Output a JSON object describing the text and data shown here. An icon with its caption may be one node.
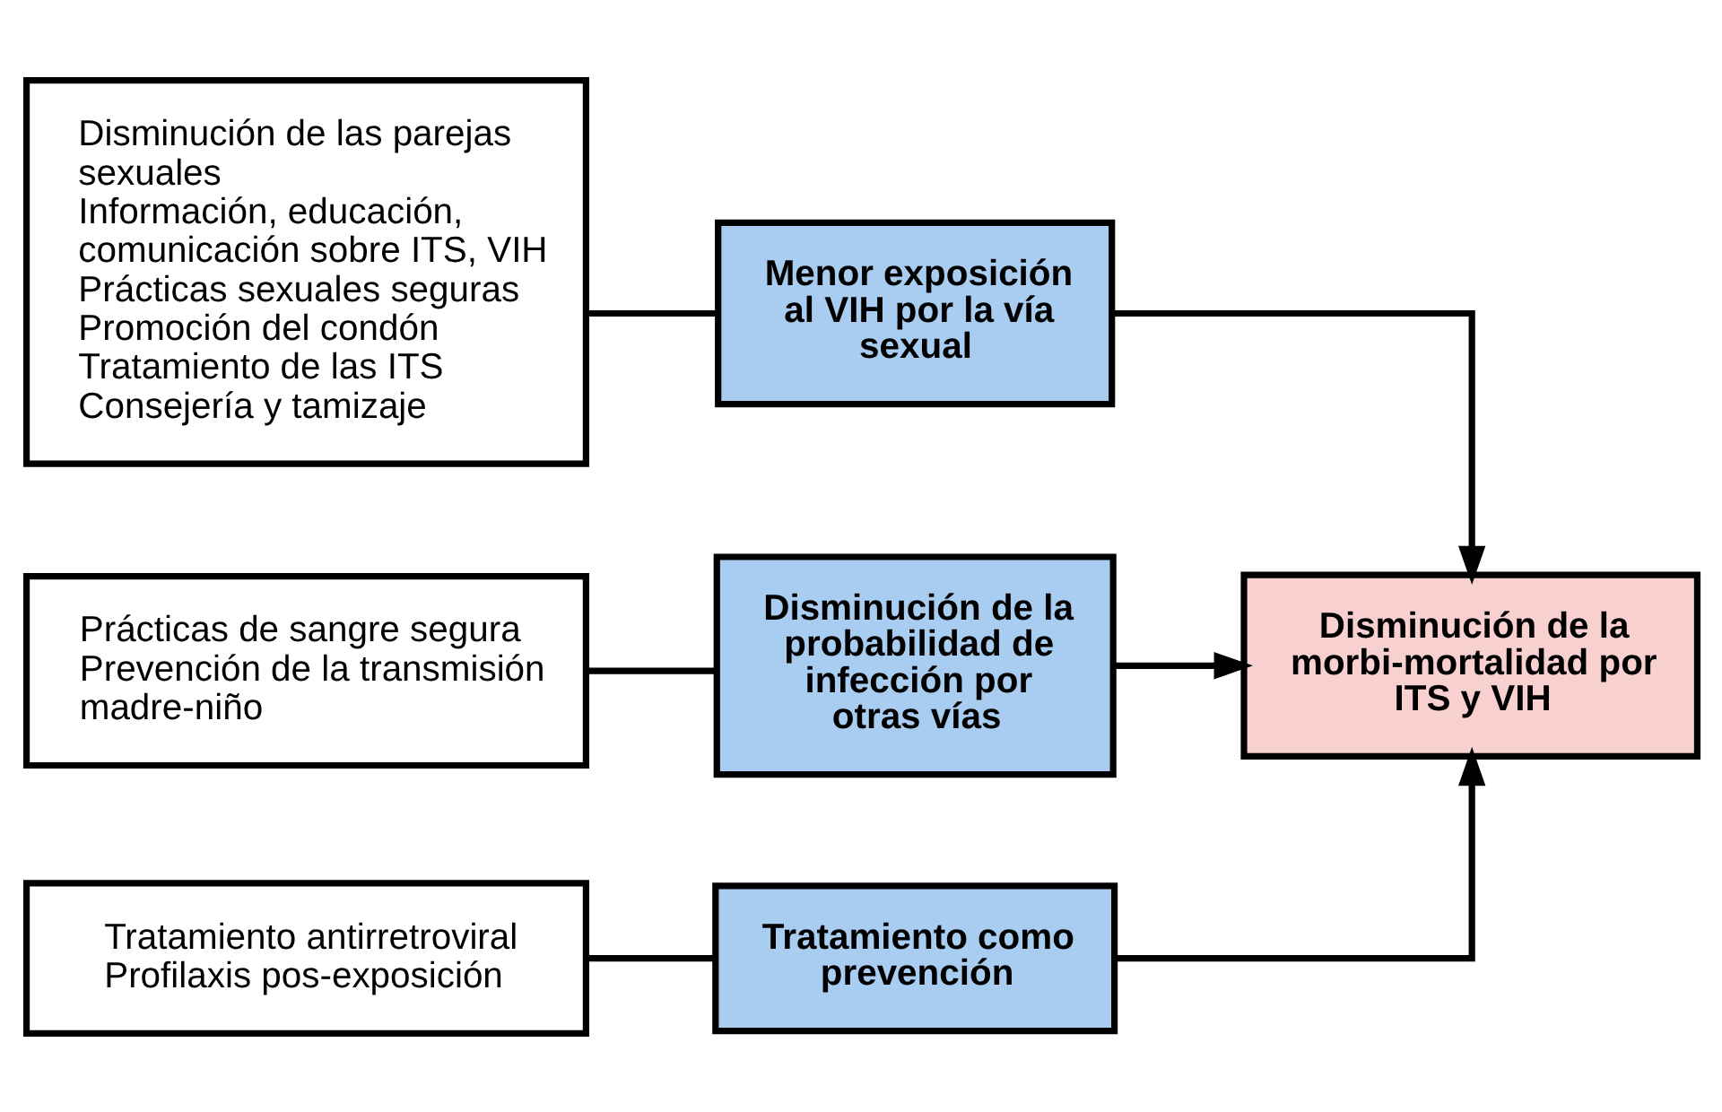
{
  "diagram": {
    "nodes": [
      {
        "text": [
          "Disminución de las parejas sexuales",
          "Información, educación, comunicación sobre ITS, VIH",
          "Prácticas sexuales seguras",
          "Promoción del condón",
          "Tratamiento de las ITS",
          "Consejería y tamizaje"
        ]
      },
      {
        "text": [
          "Menor exposición al VIH por la vía sexual"
        ]
      },
      {
        "text": [
          "Prácticas de sangre segura",
          "Prevención de la transmisión madre-niño"
        ]
      },
      {
        "text": [
          "Disminución de la probabilidad de infección por otras vías"
        ]
      },
      {
        "text": [
          "Tratamiento antirretroviral",
          "Profilaxis pos-exposición"
        ]
      },
      {
        "text": [
          "Tratamiento como prevención"
        ]
      },
      {
        "text": [
          "Disminución de la morbi-mortalidad por ITS y VIH"
        ]
      }
    ],
    "edges": [
      {
        "from": 0,
        "to": 1,
        "arrow": "none"
      },
      {
        "from": 2,
        "to": 3,
        "arrow": "none"
      },
      {
        "from": 4,
        "to": 5,
        "arrow": "none"
      },
      {
        "from": 1,
        "to": 6,
        "arrow": "to"
      },
      {
        "from": 3,
        "to": 6,
        "arrow": "to"
      },
      {
        "from": 5,
        "to": 6,
        "arrow": "to"
      }
    ]
  }
}
